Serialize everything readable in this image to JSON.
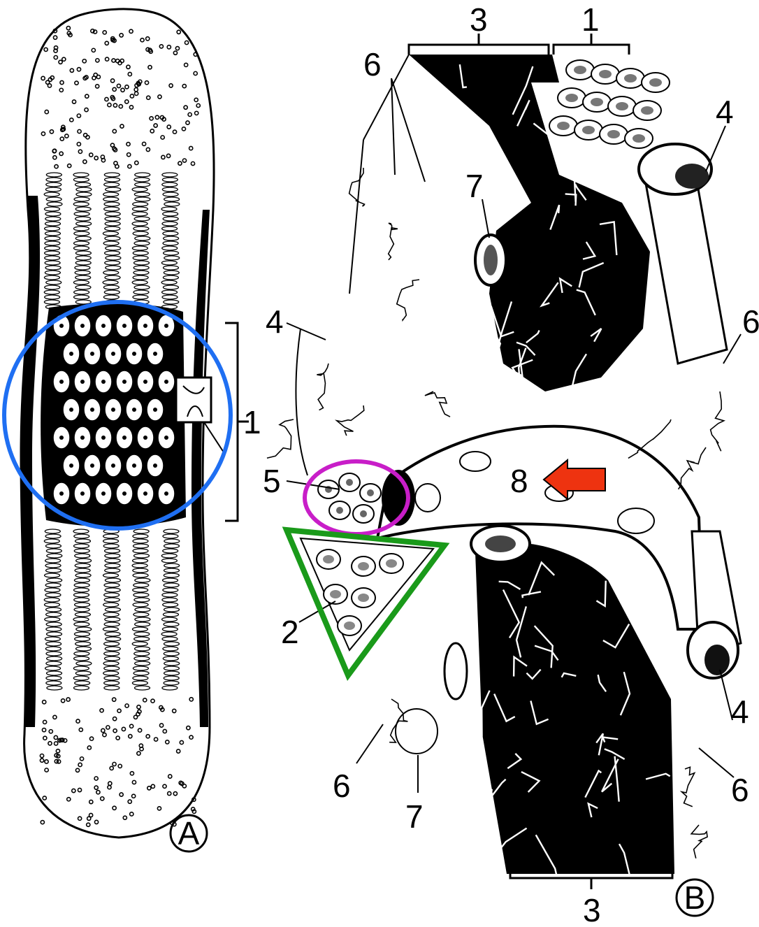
{
  "panels": {
    "a": {
      "badge": "A"
    },
    "b": {
      "badge": "B"
    }
  },
  "labels_a": {
    "l1": "1"
  },
  "labels_b": {
    "top_3": "3",
    "top_1": "1",
    "l6_top": "6",
    "l7_top": "7",
    "l4_top": "4",
    "l4_left": "4",
    "l6_right": "6",
    "l5": "5",
    "l8": "8",
    "l2": "2",
    "l6_bl": "6",
    "l7_bottom": "7",
    "l4_right": "4",
    "l6_br": "6",
    "bottom_3": "3"
  },
  "annotations": {
    "blue_circle": {
      "color": "#1f6ff2",
      "shape": "circle"
    },
    "magenta_ellipse": {
      "color": "#c81ec8",
      "shape": "ellipse"
    },
    "green_triangle": {
      "color": "#1a9a1a",
      "shape": "triangle"
    },
    "red_arrow": {
      "color": "#ee3310",
      "shape": "arrow",
      "points_to": "8"
    }
  },
  "colors": {
    "ink": "#000000",
    "paper": "#ffffff"
  }
}
